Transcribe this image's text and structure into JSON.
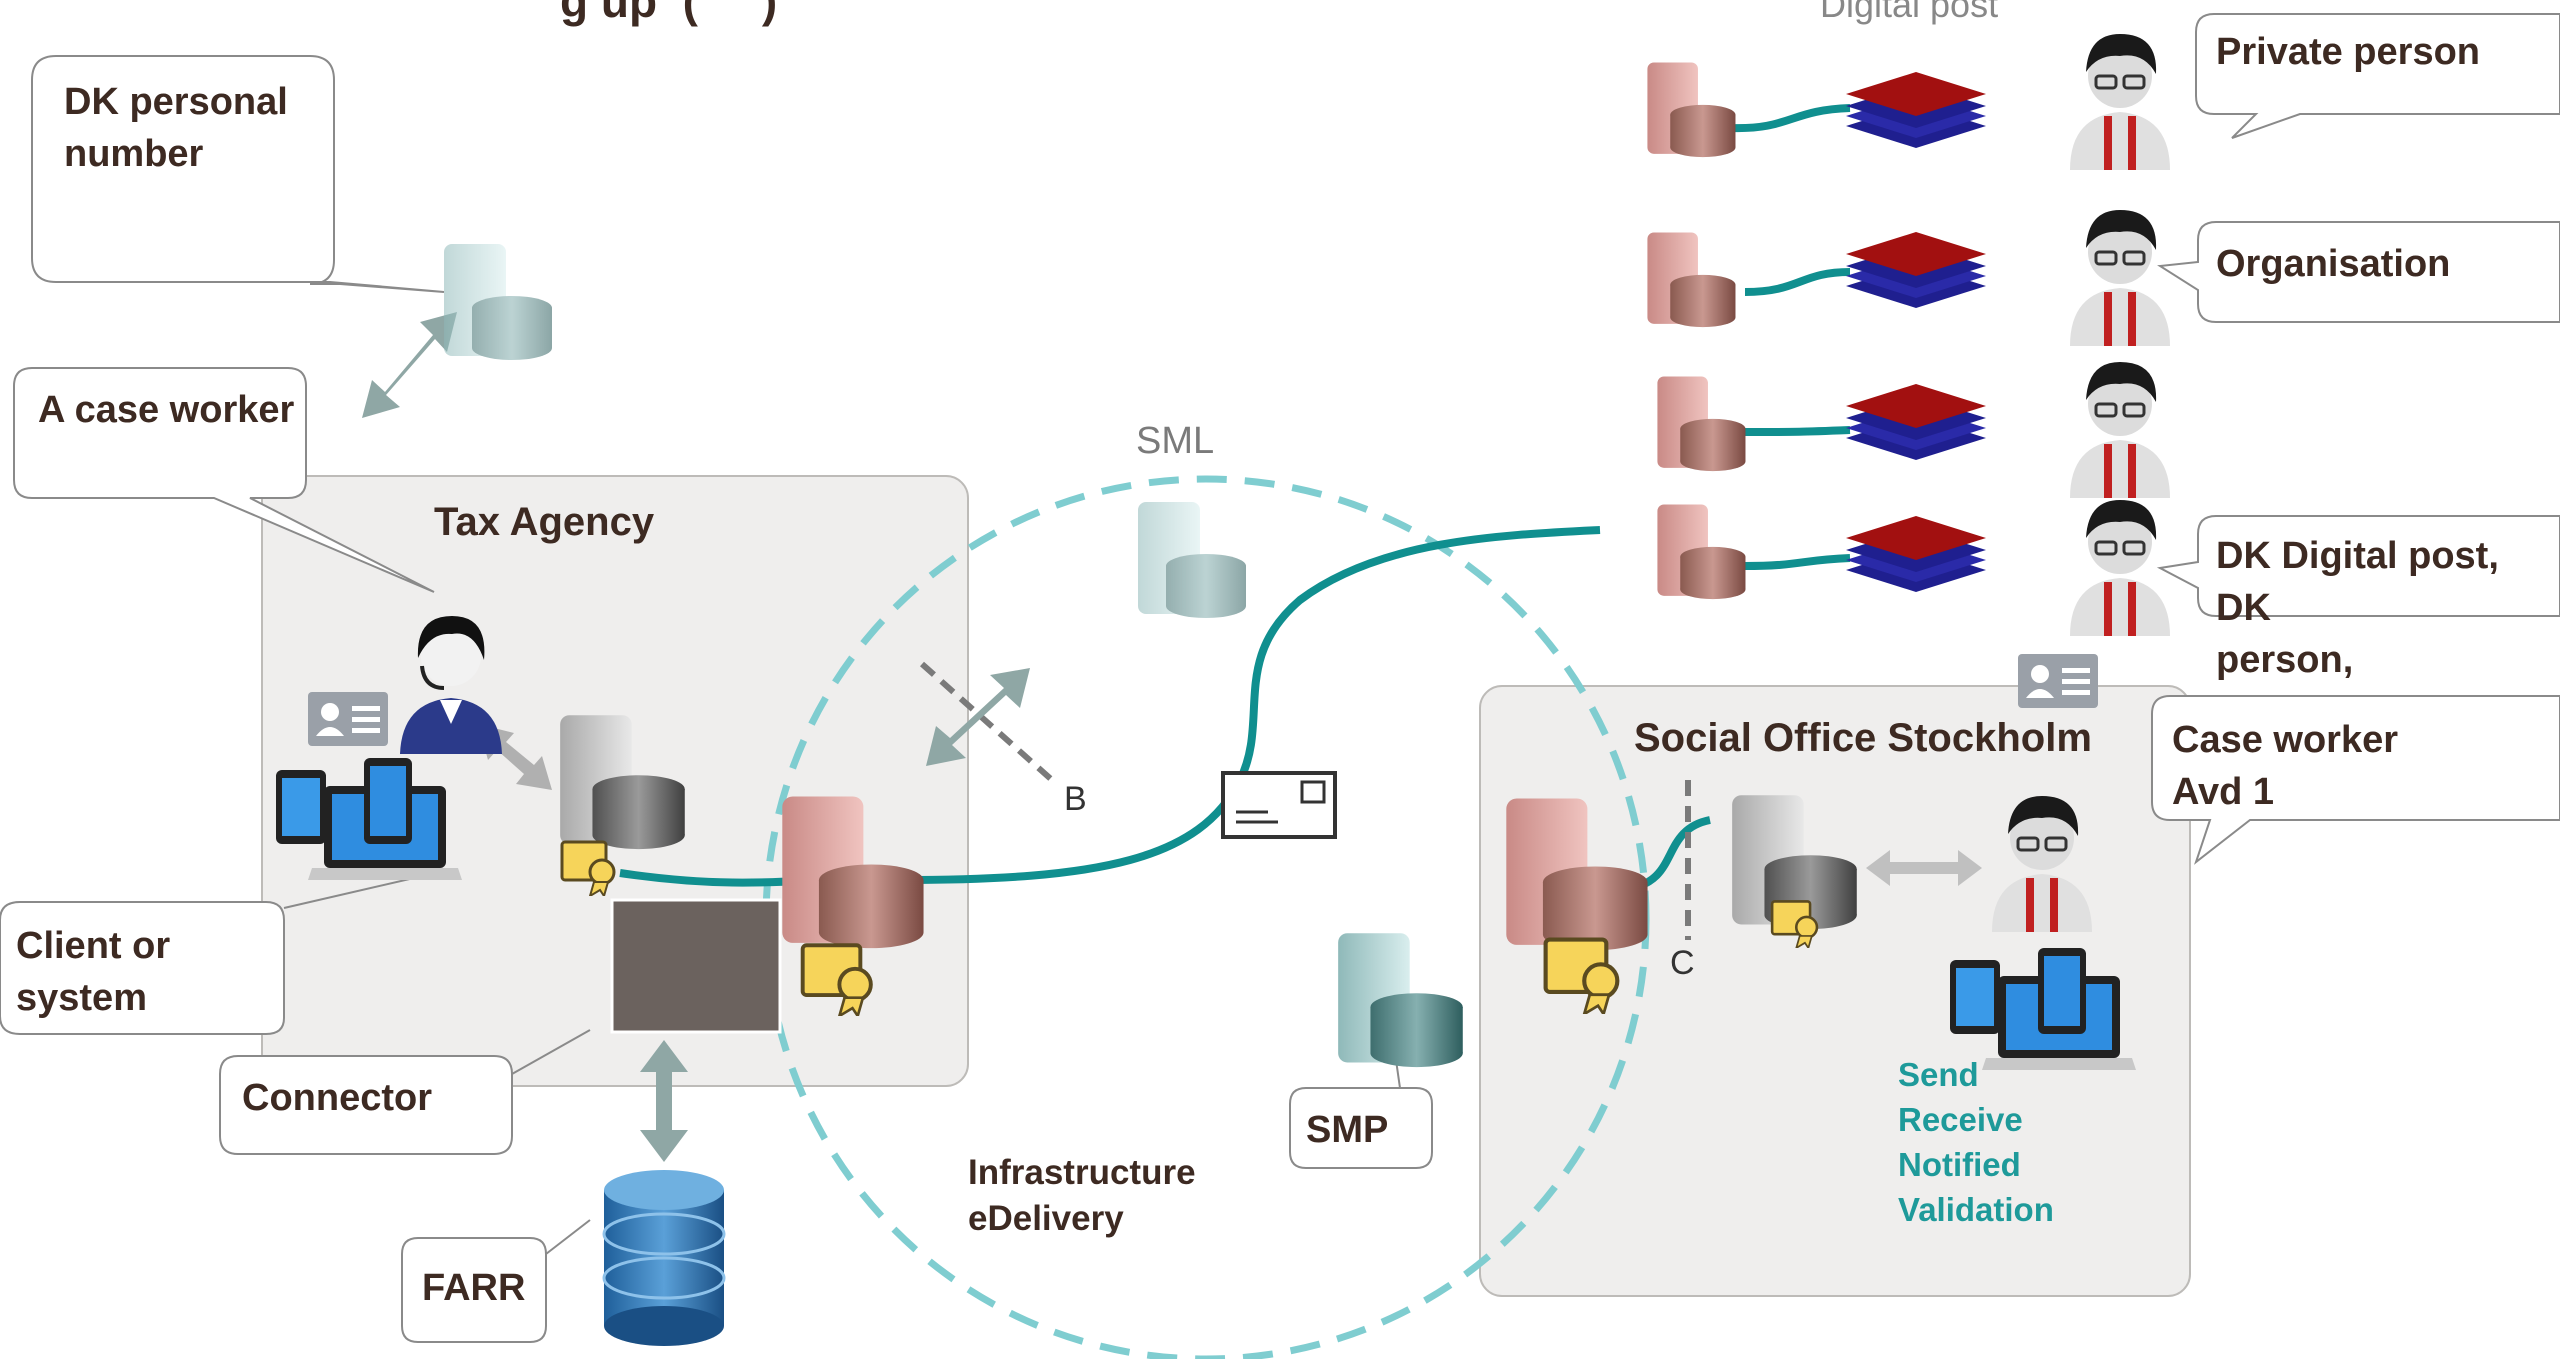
{
  "header": {
    "partial_title": "g up  (     )",
    "digital_post_label": "Digital post"
  },
  "callouts": {
    "dk_personal_number": "DK personal\nnumber",
    "case_worker": "A case worker",
    "client_or_system": "Client or\nsystem",
    "connector": "Connector",
    "farr": "FARR",
    "smp": "SMP",
    "private_person": "Private person",
    "organisation": "Organisation",
    "dk_digital_post": "DK Digital post, DK\nperson,",
    "case_worker_avd": "Case worker\nAvd 1"
  },
  "zones": {
    "tax_agency": "Tax Agency",
    "social_office": "Social Office Stockholm"
  },
  "network": {
    "sml": "SML",
    "infrastructure": "Infrastructure\neDelivery",
    "point_b": "B",
    "point_c": "C"
  },
  "actions": [
    "Send",
    "Receive",
    "Notified",
    "Validation"
  ],
  "colors": {
    "teal_line": "#108f8f",
    "dashed_circle": "#7fcdd0",
    "zone_fill": "#efeeed",
    "label_text": "#3d2a22",
    "action_text": "#1e9a9a"
  },
  "icons": [
    "server-icon",
    "database-icon",
    "person-icon",
    "id-card-icon",
    "certificate-icon",
    "devices-icon",
    "envelope-icon",
    "mailbox-stack-icon"
  ]
}
